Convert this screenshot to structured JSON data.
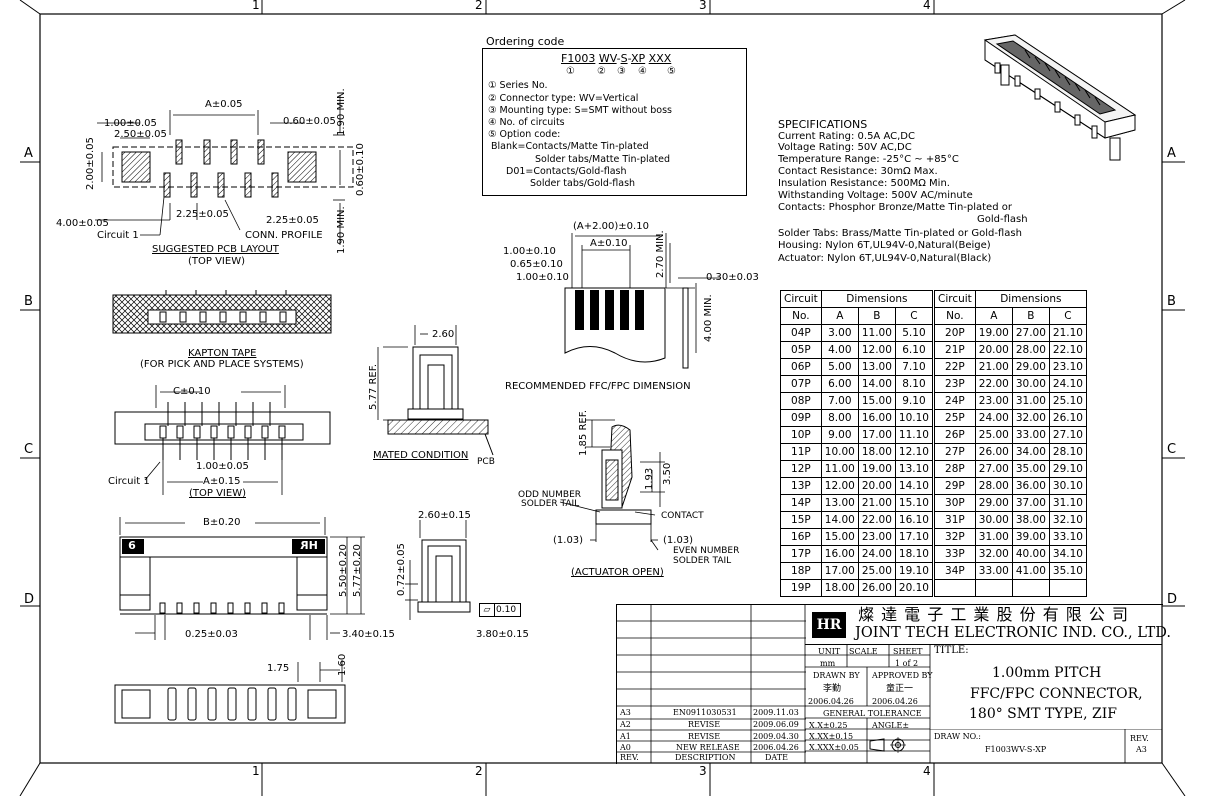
{
  "grid": {
    "columns": [
      "1",
      "2",
      "3",
      "4"
    ],
    "rows": [
      "A",
      "B",
      "C",
      "D"
    ]
  },
  "ordering": {
    "heading": "Ordering code",
    "code_parts": [
      "F1003",
      "WV",
      "-",
      "S",
      "-",
      "XP",
      "XXX"
    ],
    "code_markers": [
      "①",
      "②",
      "③",
      "④",
      "⑤"
    ],
    "items": [
      "① Series No.",
      "② Connector type: WV=Vertical",
      "③ Mounting type: S=SMT without boss",
      "④ No. of circuits",
      "⑤ Option code:",
      "Blank=Contacts/Matte Tin-plated",
      "Solder tabs/Matte Tin-plated",
      "D01=Contacts/Gold-flash",
      "Solder tabs/Gold-flash"
    ]
  },
  "specs": {
    "heading": "SPECIFICATIONS",
    "lines": [
      "Current Rating: 0.5A AC,DC",
      "Voltage Rating: 50V AC,DC",
      "Temperature Range: -25°C ~ +85°C",
      "Contact Resistance: 30mΩ Max.",
      "Insulation Resistance: 500MΩ Min.",
      "Withstanding Voltage: 500V AC/minute",
      "Contacts: Phosphor Bronze/Matte Tin-plated or",
      "Gold-flash",
      "Solder Tabs: Brass/Matte Tin-plated or Gold-flash",
      "Housing: Nylon 6T,UL94V-0,Natural(Beige)",
      "Actuator: Nylon 6T,UL94V-0,Natural(Black)"
    ]
  },
  "dim_table": {
    "h_circuit": "Circuit",
    "h_dimensions": "Dimensions",
    "h_no": "No.",
    "h_a": "A",
    "h_b": "B",
    "h_c": "C",
    "rows": [
      [
        "04P",
        "3.00",
        "11.00",
        "5.10",
        "20P",
        "19.00",
        "27.00",
        "21.10"
      ],
      [
        "05P",
        "4.00",
        "12.00",
        "6.10",
        "21P",
        "20.00",
        "28.00",
        "22.10"
      ],
      [
        "06P",
        "5.00",
        "13.00",
        "7.10",
        "22P",
        "21.00",
        "29.00",
        "23.10"
      ],
      [
        "07P",
        "6.00",
        "14.00",
        "8.10",
        "23P",
        "22.00",
        "30.00",
        "24.10"
      ],
      [
        "08P",
        "7.00",
        "15.00",
        "9.10",
        "24P",
        "23.00",
        "31.00",
        "25.10"
      ],
      [
        "09P",
        "8.00",
        "16.00",
        "10.10",
        "25P",
        "24.00",
        "32.00",
        "26.10"
      ],
      [
        "10P",
        "9.00",
        "17.00",
        "11.10",
        "26P",
        "25.00",
        "33.00",
        "27.10"
      ],
      [
        "11P",
        "10.00",
        "18.00",
        "12.10",
        "27P",
        "26.00",
        "34.00",
        "28.10"
      ],
      [
        "12P",
        "11.00",
        "19.00",
        "13.10",
        "28P",
        "27.00",
        "35.00",
        "29.10"
      ],
      [
        "13P",
        "12.00",
        "20.00",
        "14.10",
        "29P",
        "28.00",
        "36.00",
        "30.10"
      ],
      [
        "14P",
        "13.00",
        "21.00",
        "15.10",
        "30P",
        "29.00",
        "37.00",
        "31.10"
      ],
      [
        "15P",
        "14.00",
        "22.00",
        "16.10",
        "31P",
        "30.00",
        "38.00",
        "32.10"
      ],
      [
        "16P",
        "15.00",
        "23.00",
        "17.10",
        "32P",
        "31.00",
        "39.00",
        "33.10"
      ],
      [
        "17P",
        "16.00",
        "24.00",
        "18.10",
        "33P",
        "32.00",
        "40.00",
        "34.10"
      ],
      [
        "18P",
        "17.00",
        "25.00",
        "19.10",
        "34P",
        "33.00",
        "41.00",
        "35.10"
      ],
      [
        "19P",
        "18.00",
        "26.00",
        "20.10",
        "",
        "",
        "",
        ""
      ]
    ]
  },
  "pcb": {
    "a": "A±0.05",
    "d1": "1.00±0.05",
    "d2": "2.50±0.05",
    "d3": "0.60±0.05",
    "d4": "2.00±0.05",
    "d5": "4.00±0.05",
    "d6": "2.25±0.05",
    "d7": "2.25±0.05",
    "d8": "1.90 MIN.",
    "d9": "0.60±0.10",
    "d10": "1.90 MIN.",
    "circuit": "Circuit 1",
    "conn": "CONN. PROFILE",
    "title": "SUGGESTED PCB LAYOUT",
    "sub": "(TOP VIEW)"
  },
  "kapton": {
    "title": "KAPTON TAPE",
    "sub": "(FOR PICK AND PLACE SYSTEMS)"
  },
  "topview": {
    "c": "C±0.10",
    "d1": "1.00±0.05",
    "a": "A±0.15",
    "circuit": "Circuit 1",
    "sub": "(TOP VIEW)"
  },
  "front": {
    "b": "B±0.20",
    "d1": "0.25±0.03",
    "d2": "3.40±0.15",
    "d3": "3.80±0.15",
    "d4": "5.50±0.20",
    "d5": "5.77±0.20",
    "flat": "0.10",
    "mark_left": "6",
    "mark_right": "HR"
  },
  "bottom": {
    "d1": "1.75",
    "d2": "1.60"
  },
  "mated": {
    "d1": "2.60",
    "d2": "5.77 REF.",
    "title": "MATED CONDITION",
    "pcb": "PCB"
  },
  "side2": {
    "d1": "2.60±0.15",
    "d2": "0.72±0.05"
  },
  "ffc": {
    "d1": "(A+2.00)±0.10",
    "d2": "A±0.10",
    "d3": "1.00±0.10",
    "d4": "0.65±0.10",
    "d5": "1.00±0.10",
    "d6": "2.70 MIN.",
    "d7": "4.00 MIN.",
    "d8": "0.30±0.03",
    "title": "RECOMMENDED FFC/FPC DIMENSION"
  },
  "actuator": {
    "d1": "1.85 REF.",
    "d2": "1.93",
    "d3": "3.50",
    "d4": "(1.03)",
    "d5": "(1.03)",
    "odd": "ODD NUMBER",
    "odd2": "SOLDER TAIL",
    "even": "EVEN NUMBER",
    "even2": "SOLDER TAIL",
    "contact": "CONTACT",
    "title": "(ACTUATOR OPEN)"
  },
  "title_block": {
    "company_cn": "燦 達 電 子 工 業 股 份 有 限 公 司",
    "company_en": "JOINT TECH ELECTRONIC IND. CO., LTD.",
    "logo": "HR",
    "unit_label": "UNIT",
    "unit": "mm",
    "scale_label": "SCALE",
    "sheet_label": "SHEET",
    "sheet": "1 of 2",
    "drawn_by": "DRAWN BY",
    "drawn_name": "李勤",
    "drawn_date": "2006.04.26",
    "approved_by": "APPROVED BY",
    "approved_name": "童正一",
    "approved_date": "2006.04.26",
    "tol_title": "GENERAL TOLERANCE",
    "tol1": "X.X±0.25",
    "tol2": "X.XX±0.15",
    "tol3": "X.XXX±0.05",
    "angle": "ANGLE±",
    "title_label": "TITLE:",
    "title_lines": [
      "1.00mm PITCH",
      "FFC/FPC CONNECTOR,",
      "180° SMT TYPE, ZIF"
    ],
    "drw_no_label": "DRAW NO.:",
    "drw_no": "F1003WV-S-XP",
    "rev_label": "REV.",
    "rev": "A3",
    "revisions": [
      [
        "A3",
        "EN0911030531",
        "2009.11.03"
      ],
      [
        "A2",
        "REVISE",
        "2009.06.09"
      ],
      [
        "A1",
        "REVISE",
        "2009.04.30"
      ],
      [
        "A0",
        "NEW RELEASE",
        "2006.04.26"
      ]
    ],
    "rev_head": [
      "REV.",
      "DESCRIPTION",
      "DATE"
    ]
  }
}
